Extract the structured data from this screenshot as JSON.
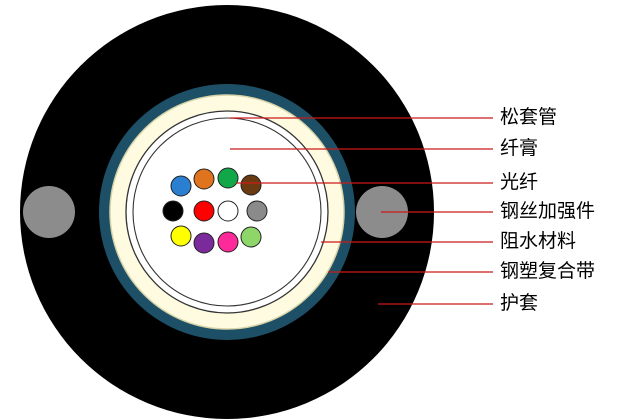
{
  "cable": {
    "colors": {
      "sheath": "#000000",
      "steel_tape": "#1d5066",
      "water_blocking": "#fffbe0",
      "loose_tube": "#ffffff",
      "strength_member": "#8c8c8c",
      "leader_line": "#cc1a1a"
    },
    "fibers": [
      {
        "color_name": "blue",
        "color": "#2a7fd0"
      },
      {
        "color_name": "orange",
        "color": "#e0731d"
      },
      {
        "color_name": "green",
        "color": "#12a84a"
      },
      {
        "color_name": "brown",
        "color": "#6b3a10"
      },
      {
        "color_name": "black",
        "color": "#000000"
      },
      {
        "color_name": "red",
        "color": "#ff0000"
      },
      {
        "color_name": "white",
        "color": "#ffffff"
      },
      {
        "color_name": "gray",
        "color": "#8a8a8a"
      },
      {
        "color_name": "yellow",
        "color": "#ffff00"
      },
      {
        "color_name": "purple",
        "color": "#7a2a9a"
      },
      {
        "color_name": "pink",
        "color": "#ff2a9a"
      },
      {
        "color_name": "light-green",
        "color": "#8ed66a"
      }
    ]
  },
  "labels": [
    {
      "key": "loose_tube",
      "text": "松套管"
    },
    {
      "key": "fiber_gel",
      "text": "纤膏"
    },
    {
      "key": "optical_fiber",
      "text": "光纤"
    },
    {
      "key": "steel_wire_strength_member",
      "text": "钢丝加强件"
    },
    {
      "key": "water_blocking_material",
      "text": "阻水材料"
    },
    {
      "key": "steel_plastic_tape",
      "text": "钢塑复合带"
    },
    {
      "key": "sheath",
      "text": "护套"
    }
  ]
}
